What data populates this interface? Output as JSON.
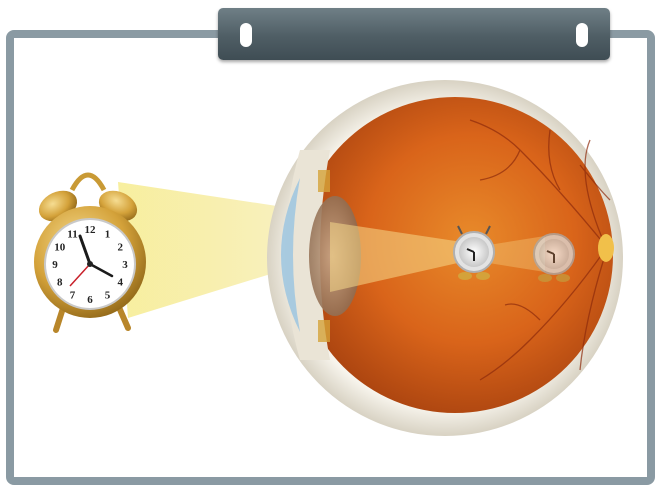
{
  "colors": {
    "frame": "#8a9aa3",
    "header_bar": "#4f5e65",
    "light_beam": "#f4e98a",
    "retina": "#d9641a",
    "sclera": "#f2efe6",
    "cornea": "#9cc6e0",
    "lens": "#a8876a",
    "clock_case": "#d4a23a"
  },
  "icons": {
    "alarm_clock": "alarm-clock-icon",
    "eye": "eye-cross-section",
    "retinal_image": "inverted-clock-image"
  },
  "clock": {
    "numerals": [
      "12",
      "1",
      "2",
      "3",
      "4",
      "5",
      "6",
      "7",
      "8",
      "9",
      "10",
      "11"
    ]
  }
}
